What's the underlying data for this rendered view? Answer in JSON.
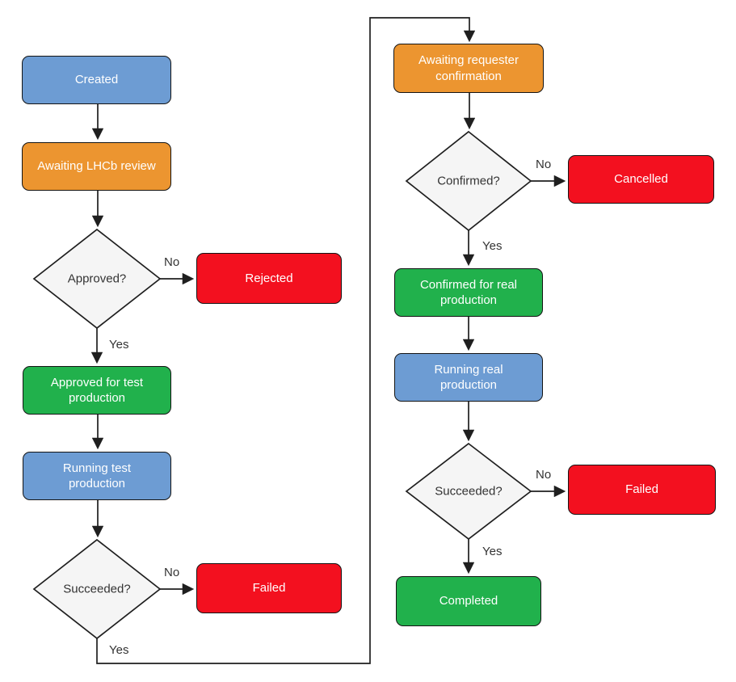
{
  "diagram": {
    "type": "flowchart",
    "colors": {
      "blue": "#6D9CD3",
      "orange": "#EC9530",
      "green": "#21B14C",
      "red": "#F3101F",
      "diamond_fill": "#F5F5F5",
      "stroke": "#1F1F1F",
      "text_light": "#FFFFFF",
      "text_dark": "#333333"
    },
    "nodes": {
      "created": {
        "label": "Created",
        "color": "blue"
      },
      "awaiting_lhcb_review": {
        "label": "Awaiting LHCb review",
        "color": "orange"
      },
      "rejected": {
        "label": "Rejected",
        "color": "red"
      },
      "approved_test": {
        "label": "Approved for test production",
        "color": "green"
      },
      "running_test": {
        "label": "Running test production",
        "color": "blue"
      },
      "failed_test": {
        "label": "Failed",
        "color": "red"
      },
      "awaiting_requester": {
        "label": "Awaiting requester confirmation",
        "color": "orange"
      },
      "cancelled": {
        "label": "Cancelled",
        "color": "red"
      },
      "confirmed_real": {
        "label": "Confirmed for real production",
        "color": "green"
      },
      "running_real": {
        "label": "Running real production",
        "color": "blue"
      },
      "failed_real": {
        "label": "Failed",
        "color": "red"
      },
      "completed": {
        "label": "Completed",
        "color": "green"
      }
    },
    "decisions": {
      "approved": {
        "label": "Approved?"
      },
      "succeeded_test": {
        "label": "Succeeded?"
      },
      "confirmed": {
        "label": "Confirmed?"
      },
      "succeeded_real": {
        "label": "Succeeded?"
      }
    },
    "edges": [
      {
        "from": "Created",
        "to": "Awaiting LHCb review",
        "label": ""
      },
      {
        "from": "Awaiting LHCb review",
        "to": "Approved?",
        "label": ""
      },
      {
        "from": "Approved?",
        "to": "Rejected",
        "label": "No"
      },
      {
        "from": "Approved?",
        "to": "Approved for test production",
        "label": "Yes"
      },
      {
        "from": "Approved for test production",
        "to": "Running test production",
        "label": ""
      },
      {
        "from": "Running test production",
        "to": "Succeeded?",
        "label": ""
      },
      {
        "from": "Succeeded? (test)",
        "to": "Failed",
        "label": "No"
      },
      {
        "from": "Succeeded? (test)",
        "to": "Awaiting requester confirmation",
        "label": "Yes"
      },
      {
        "from": "Awaiting requester confirmation",
        "to": "Confirmed?",
        "label": ""
      },
      {
        "from": "Confirmed?",
        "to": "Cancelled",
        "label": "No"
      },
      {
        "from": "Confirmed?",
        "to": "Confirmed for real production",
        "label": "Yes"
      },
      {
        "from": "Confirmed for real production",
        "to": "Running real production",
        "label": ""
      },
      {
        "from": "Running real production",
        "to": "Succeeded?",
        "label": ""
      },
      {
        "from": "Succeeded? (real)",
        "to": "Failed",
        "label": "No"
      },
      {
        "from": "Succeeded? (real)",
        "to": "Completed",
        "label": "Yes"
      }
    ]
  }
}
